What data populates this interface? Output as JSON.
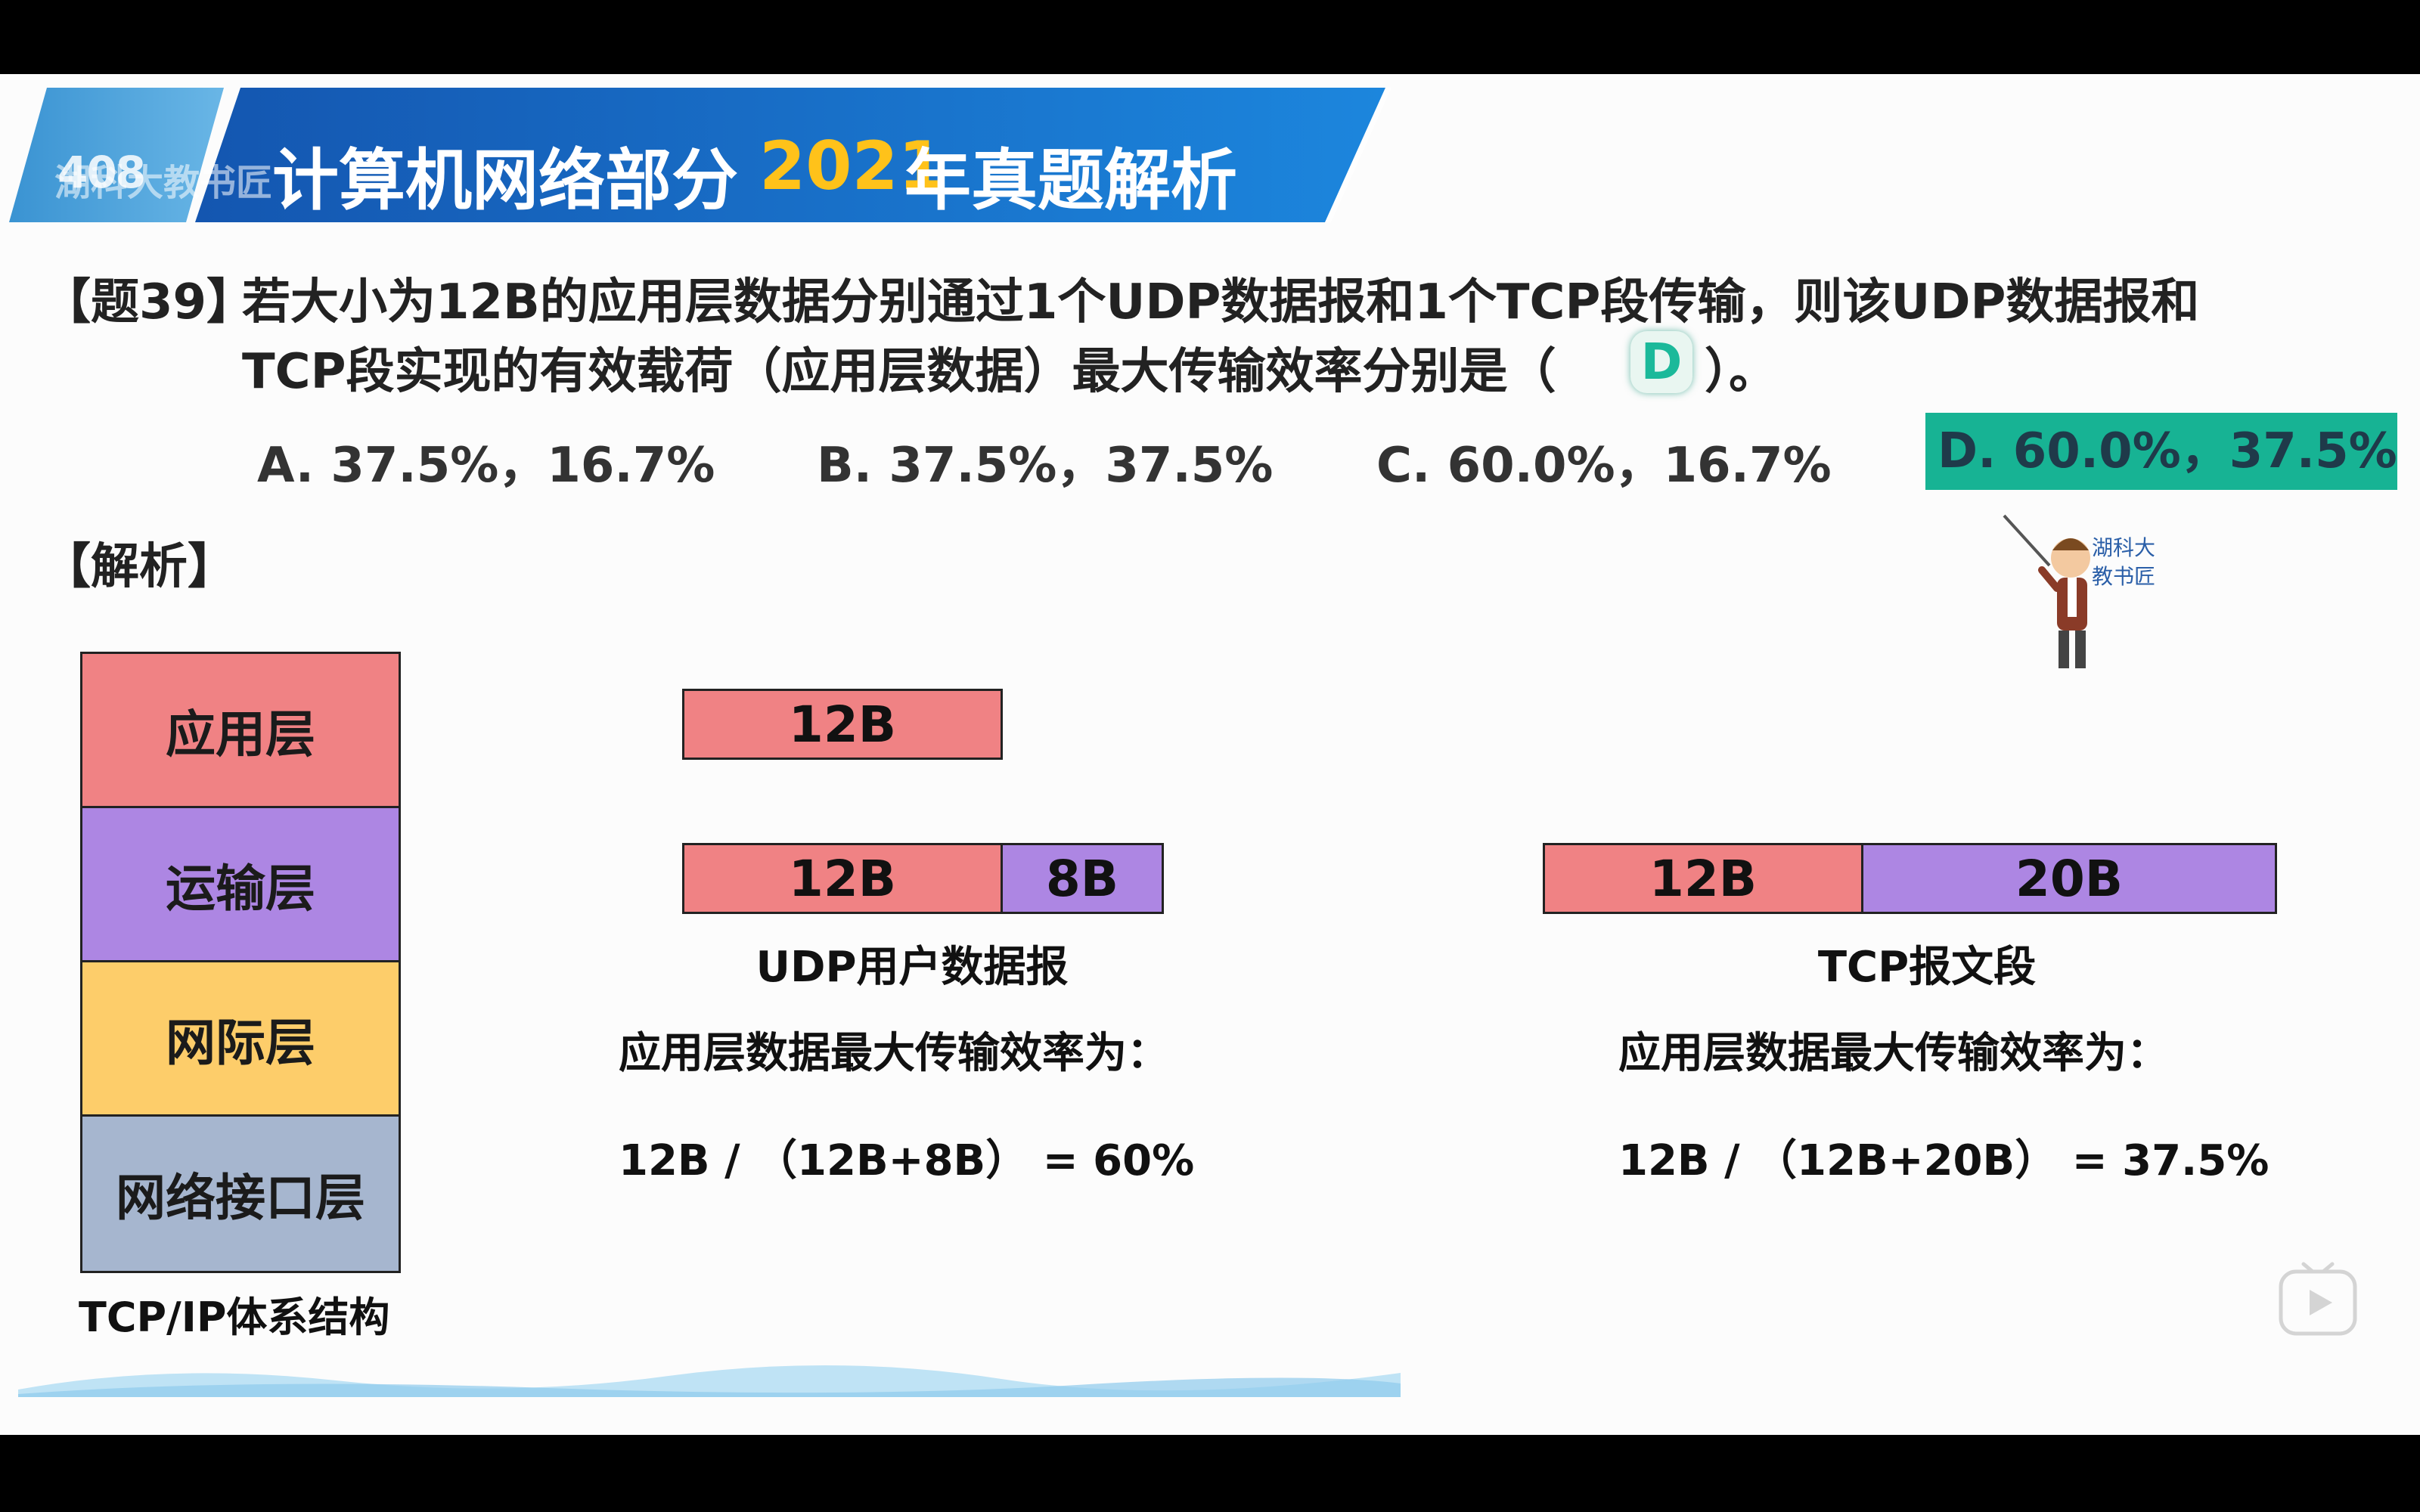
{
  "header": {
    "course_tag": "408",
    "course_watermark": "湖科大教书匠",
    "title_prefix": "计算机网络部分",
    "title_year": "2021",
    "title_suffix": "年真题解析"
  },
  "question": {
    "label": "【题39】",
    "line1": "若大小为12B的应用层数据分别通过1个UDP数据报和1个TCP段传输，则该UDP数据报和",
    "line2": "TCP段实现的有效载荷（应用层数据）最大传输效率分别是（",
    "answer": "D",
    "line2_end": "）。",
    "options": [
      {
        "text": "A. 37.5%，16.7%",
        "highlighted": false
      },
      {
        "text": "B. 37.5%，37.5%",
        "highlighted": false
      },
      {
        "text": "C. 60.0%，16.7%",
        "highlighted": false
      },
      {
        "text": "D. 60.0%，37.5%",
        "highlighted": true
      }
    ]
  },
  "analysis": {
    "label": "【解析】",
    "mascot_text": "湖科大\n教书匠",
    "stack": {
      "layers": [
        {
          "label": "应用层",
          "color": "#f08284"
        },
        {
          "label": "运输层",
          "color": "#ad86e3"
        },
        {
          "label": "网际层",
          "color": "#fdcd6a"
        },
        {
          "label": "网络接口层",
          "color": "#a6b6cf"
        }
      ],
      "caption": "TCP/IP体系结构"
    },
    "app_data": {
      "label": "12B",
      "color": "#f08284"
    },
    "udp": {
      "data_label": "12B",
      "header_label": "8B",
      "name": "UDP用户数据报",
      "efficiency_title": "应用层数据最大传输效率为：",
      "formula": "12B /  （12B+8B） = 60%"
    },
    "tcp": {
      "data_label": "12B",
      "header_label": "20B",
      "name": "TCP报文段",
      "efficiency_title": "应用层数据最大传输效率为：",
      "formula": "12B /  （12B+20B） = 37.5%"
    }
  },
  "colors": {
    "header_blue": "#0f6cc4",
    "accent_year": "#ffc21a",
    "answer_green": "#17b394"
  },
  "icons": [
    "play-icon",
    "mascot-teacher"
  ]
}
